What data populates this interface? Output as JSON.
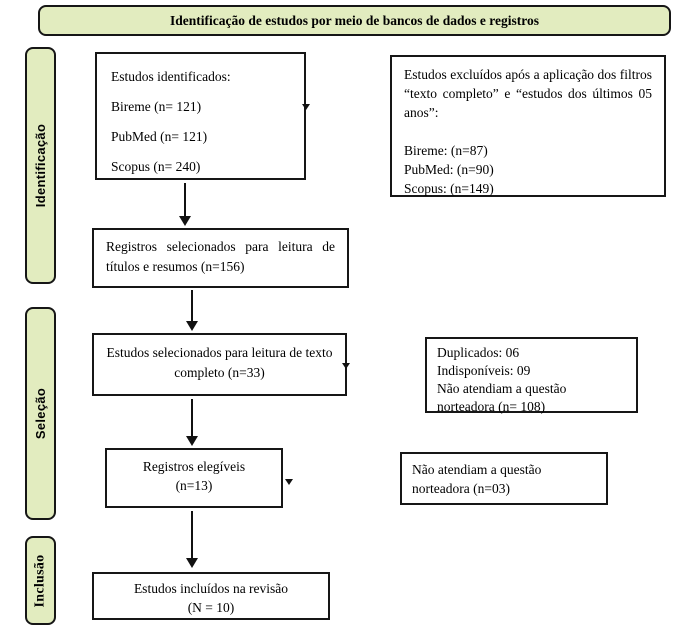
{
  "header": {
    "title": "Identificação de estudos por meio de bancos de dados e registros"
  },
  "stages": [
    {
      "label": "Identificação"
    },
    {
      "label": "Seleção"
    },
    {
      "label": "Inclusão"
    }
  ],
  "boxes": {
    "identified": {
      "title": "Estudos identificados:",
      "lines": [
        "Bireme (n= 121)",
        "PubMed (n= 121)",
        "Scopus (n= 240)"
      ]
    },
    "excluded_filters": {
      "intro": "Estudos excluídos após a aplicação dos filtros “texto completo” e “estudos dos últimos 05 anos”:",
      "lines": [
        "Bireme: (n=87)",
        "PubMed: (n=90)",
        "Scopus: (n=149)"
      ]
    },
    "selected_titles": {
      "text": "Registros selecionados para leitura de títulos e resumos (n=156)"
    },
    "selected_fulltext": {
      "text": "Estudos selecionados para leitura de texto completo (n=33)"
    },
    "excluded_middle": {
      "lines": [
        "Duplicados: 06",
        "Indisponíveis: 09",
        "Não atendiam a questão norteadora (n= 108)"
      ]
    },
    "eligible": {
      "line1": "Registros elegíveis",
      "line2": "(n=13)"
    },
    "excluded_eligible": {
      "text": "Não atendiam a questão norteadora (n=03)"
    },
    "included": {
      "line1": "Estudos incluídos na revisão",
      "line2": "(N = 10)"
    }
  },
  "colors": {
    "stage_fill": "#e2ecbf",
    "border": "#161616"
  }
}
